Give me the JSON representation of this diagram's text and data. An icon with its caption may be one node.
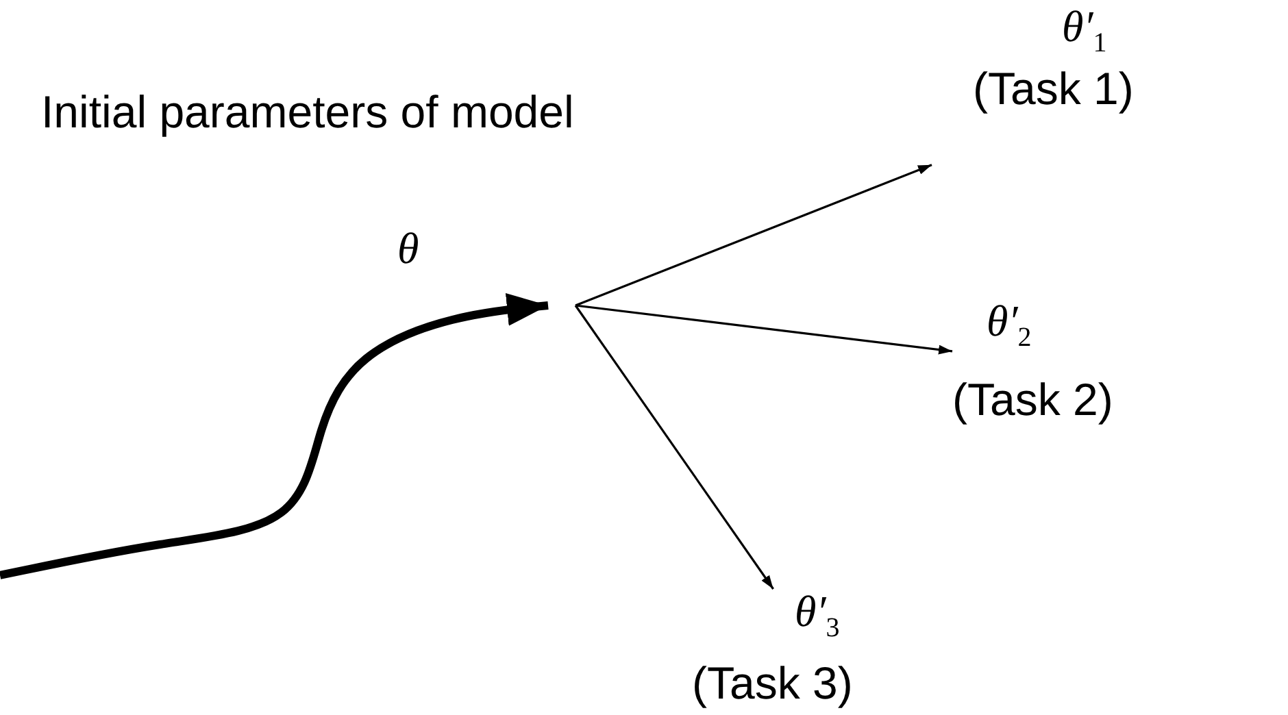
{
  "diagram": {
    "nodes": [
      {
        "text": [
          "Initial parameters of model",
          "θ"
        ]
      },
      {
        "text": [
          "θ′$_{1}$",
          "(Task 1)"
        ]
      },
      {
        "text": [
          "θ′$_{2}$",
          "(Task 2)"
        ]
      },
      {
        "text": [
          "θ′$_{3}$",
          "(Task 3)"
        ]
      }
    ],
    "edges": [
      {
        "from": null,
        "to": 0,
        "arrow": "to",
        "style": "thick"
      },
      {
        "from": 0,
        "to": 1,
        "arrow": "to"
      },
      {
        "from": 0,
        "to": 2,
        "arrow": "to"
      },
      {
        "from": 0,
        "to": 3,
        "arrow": "to"
      }
    ]
  }
}
